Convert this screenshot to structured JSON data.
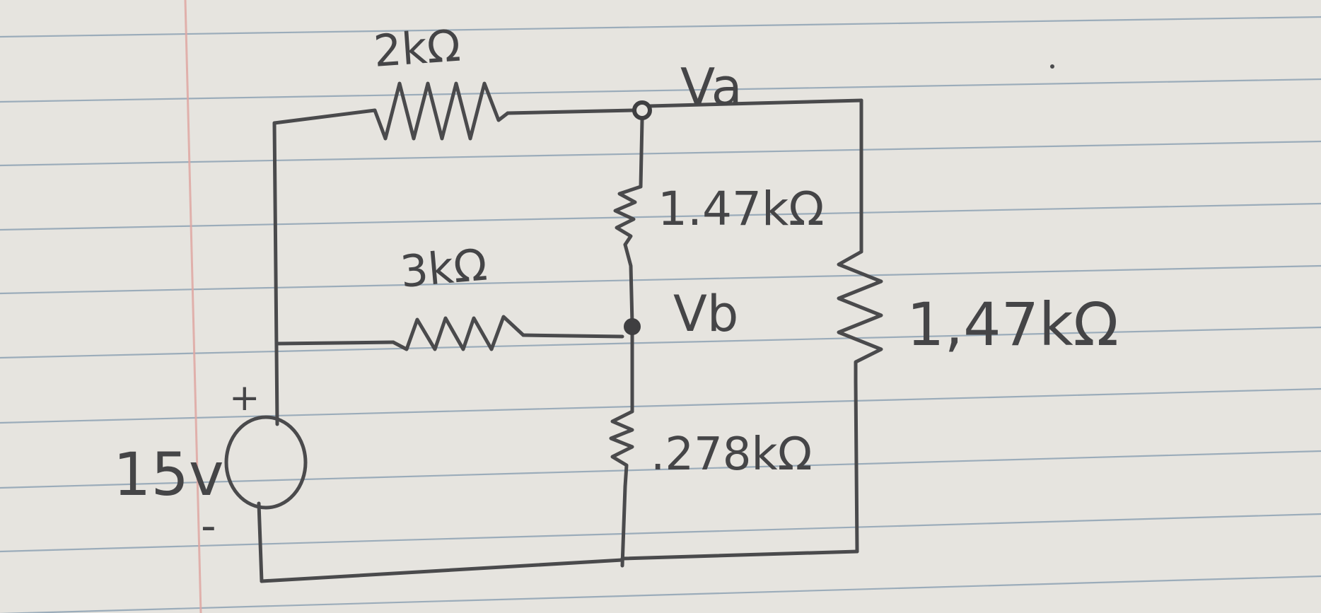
{
  "diagram": {
    "source": {
      "label": "15v",
      "plus": "+",
      "minus": "-"
    },
    "nodes": {
      "a": "Va",
      "b": "Vb"
    },
    "resistors": [
      {
        "id": "r-top",
        "label": "2kΩ"
      },
      {
        "id": "r-mid",
        "label": "3kΩ"
      },
      {
        "id": "r-va-vb",
        "label": "1.47kΩ"
      },
      {
        "id": "r-right",
        "label": "1,47kΩ"
      },
      {
        "id": "r-vb-gnd",
        "label": ".278kΩ"
      }
    ]
  },
  "colors": {
    "paper": "#e6e4df",
    "ink": "#4a4a4c",
    "rule_line": "#8fa3b4",
    "margin_line": "#e0a7a3"
  }
}
